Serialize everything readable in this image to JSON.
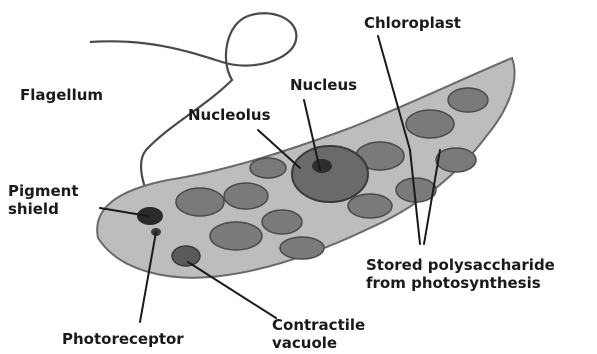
{
  "labels": {
    "chloroplast": "Chloroplast",
    "flagellum": "Flagellum",
    "nucleus": "Nucleus",
    "nucleolus": "Nucleolus",
    "pigment_shield_line1": "Pigment",
    "pigment_shield_line2": "shield",
    "stored_line1": "Stored polysaccharide",
    "stored_line2": "from photosynthesis",
    "photoreceptor": "Photoreceptor",
    "contractile_line1": "Contractile",
    "contractile_line2": "vacuole"
  },
  "colors": {
    "cell_fill": "#bdbdbd",
    "cell_outline": "#6a6a6a",
    "organelle": "#7a7a7a",
    "organelle_dark": "#4a4a4a",
    "ink": "#1a1a1a"
  }
}
